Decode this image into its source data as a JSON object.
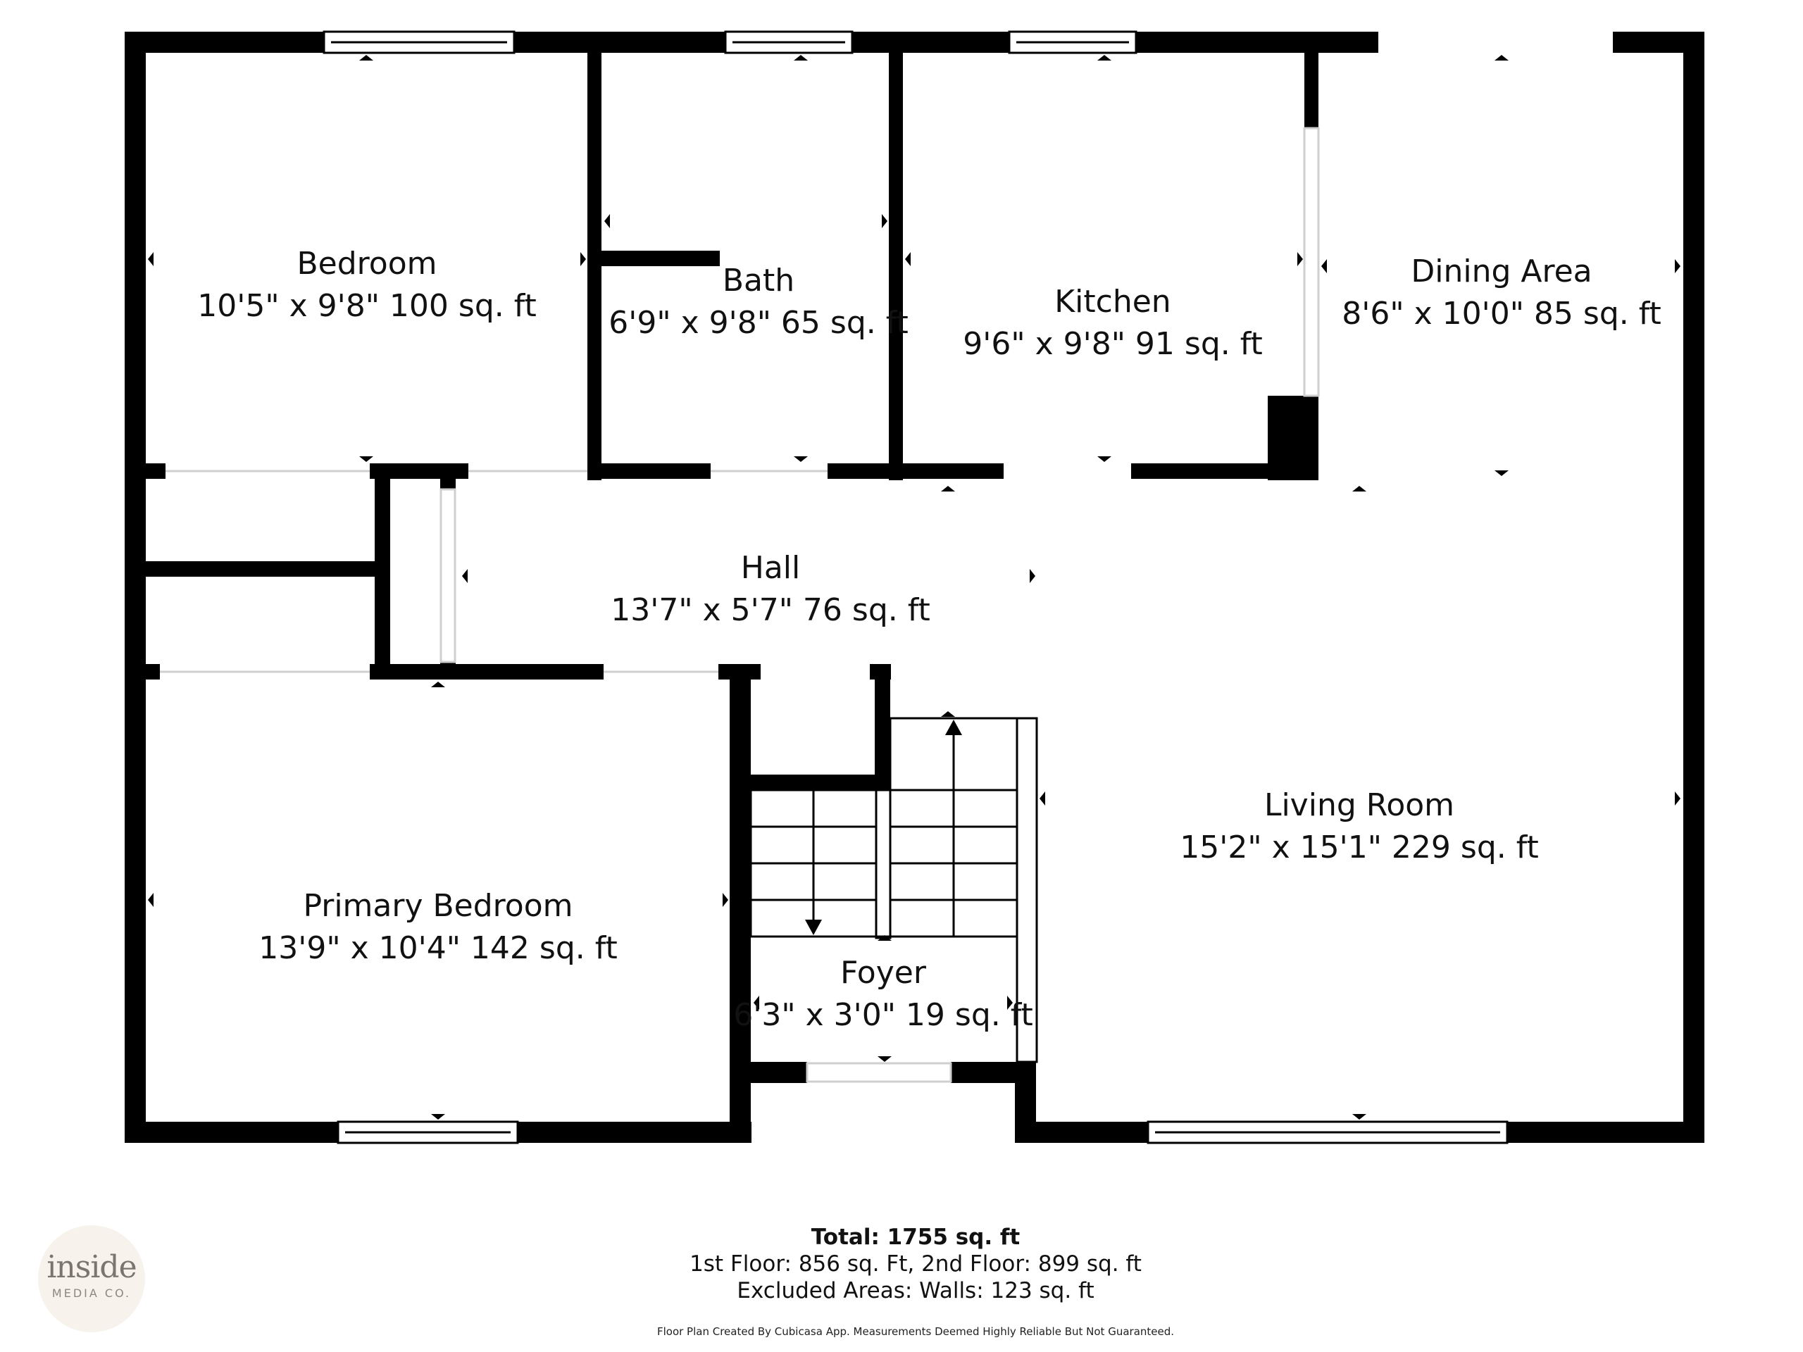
{
  "rooms": {
    "bedroom": {
      "name": "Bedroom",
      "dims": "10'5\" x 9'8\" 100 sq. ft"
    },
    "bath": {
      "name": "Bath",
      "dims": "6'9\" x 9'8\" 65 sq. ft"
    },
    "kitchen": {
      "name": "Kitchen",
      "dims": "9'6\" x 9'8\" 91 sq. ft"
    },
    "dining": {
      "name": "Dining Area",
      "dims": "8'6\" x 10'0\" 85 sq. ft"
    },
    "hall": {
      "name": "Hall",
      "dims": "13'7\" x 5'7\" 76 sq. ft"
    },
    "living": {
      "name": "Living Room",
      "dims": "15'2\" x 15'1\" 229 sq. ft"
    },
    "primary": {
      "name": "Primary Bedroom",
      "dims": "13'9\" x 10'4\" 142 sq. ft"
    },
    "foyer": {
      "name": "Foyer",
      "dims": "6'3\" x 3'0\" 19 sq. ft"
    }
  },
  "summary": {
    "total": "Total: 1755 sq. ft",
    "floors": "1st Floor: 856 sq. Ft, 2nd Floor: 899 sq. ft",
    "excluded": "Excluded Areas: Walls: 123 sq. ft"
  },
  "disclaimer": "Floor Plan Created By Cubicasa App. Measurements Deemed Highly Reliable But Not Guaranteed.",
  "logo": {
    "brand": "inside",
    "sub": "MEDIA CO."
  },
  "colors": {
    "wall": "#000000",
    "background": "#ffffff",
    "logo_bg": "#f7f3ec"
  }
}
